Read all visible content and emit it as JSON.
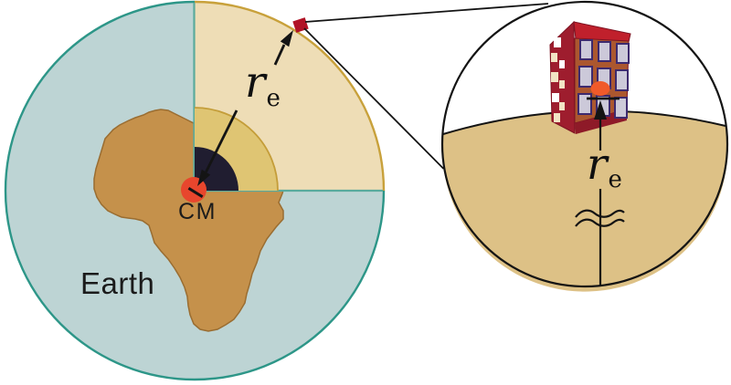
{
  "diagram": {
    "earth_view": {
      "earth_label": "Earth",
      "center_of_mass_label": "CM",
      "radius_symbol": "r",
      "radius_subscript": "e"
    },
    "zoom_view": {
      "radius_symbol": "r",
      "radius_subscript": "e"
    },
    "colors": {
      "ocean": "#bdd4d4",
      "earth_outline": "#2d9688",
      "continent": "#c5914b",
      "wedge": "#eeddb6",
      "wedge_arc": "#c8a13b",
      "mantle": "#dfc573",
      "outer_core": "#201d30",
      "inner_core": "#e8462d",
      "cut_edge": "#5aab9d",
      "surface_marker": "#b01225",
      "zoom_ground": "#ddc186",
      "building_front": "#ab572f",
      "building_side": "#9e1d2e",
      "building_top": "#c0202c",
      "building_base": "#8e1a28",
      "window": "#ccc9d9",
      "window_frame": "#3d2a6e",
      "side_window_cream": "#f2e4c4",
      "side_window_white": "#ffffff",
      "com_dot": "#f05a2a",
      "line": "#141414"
    }
  }
}
